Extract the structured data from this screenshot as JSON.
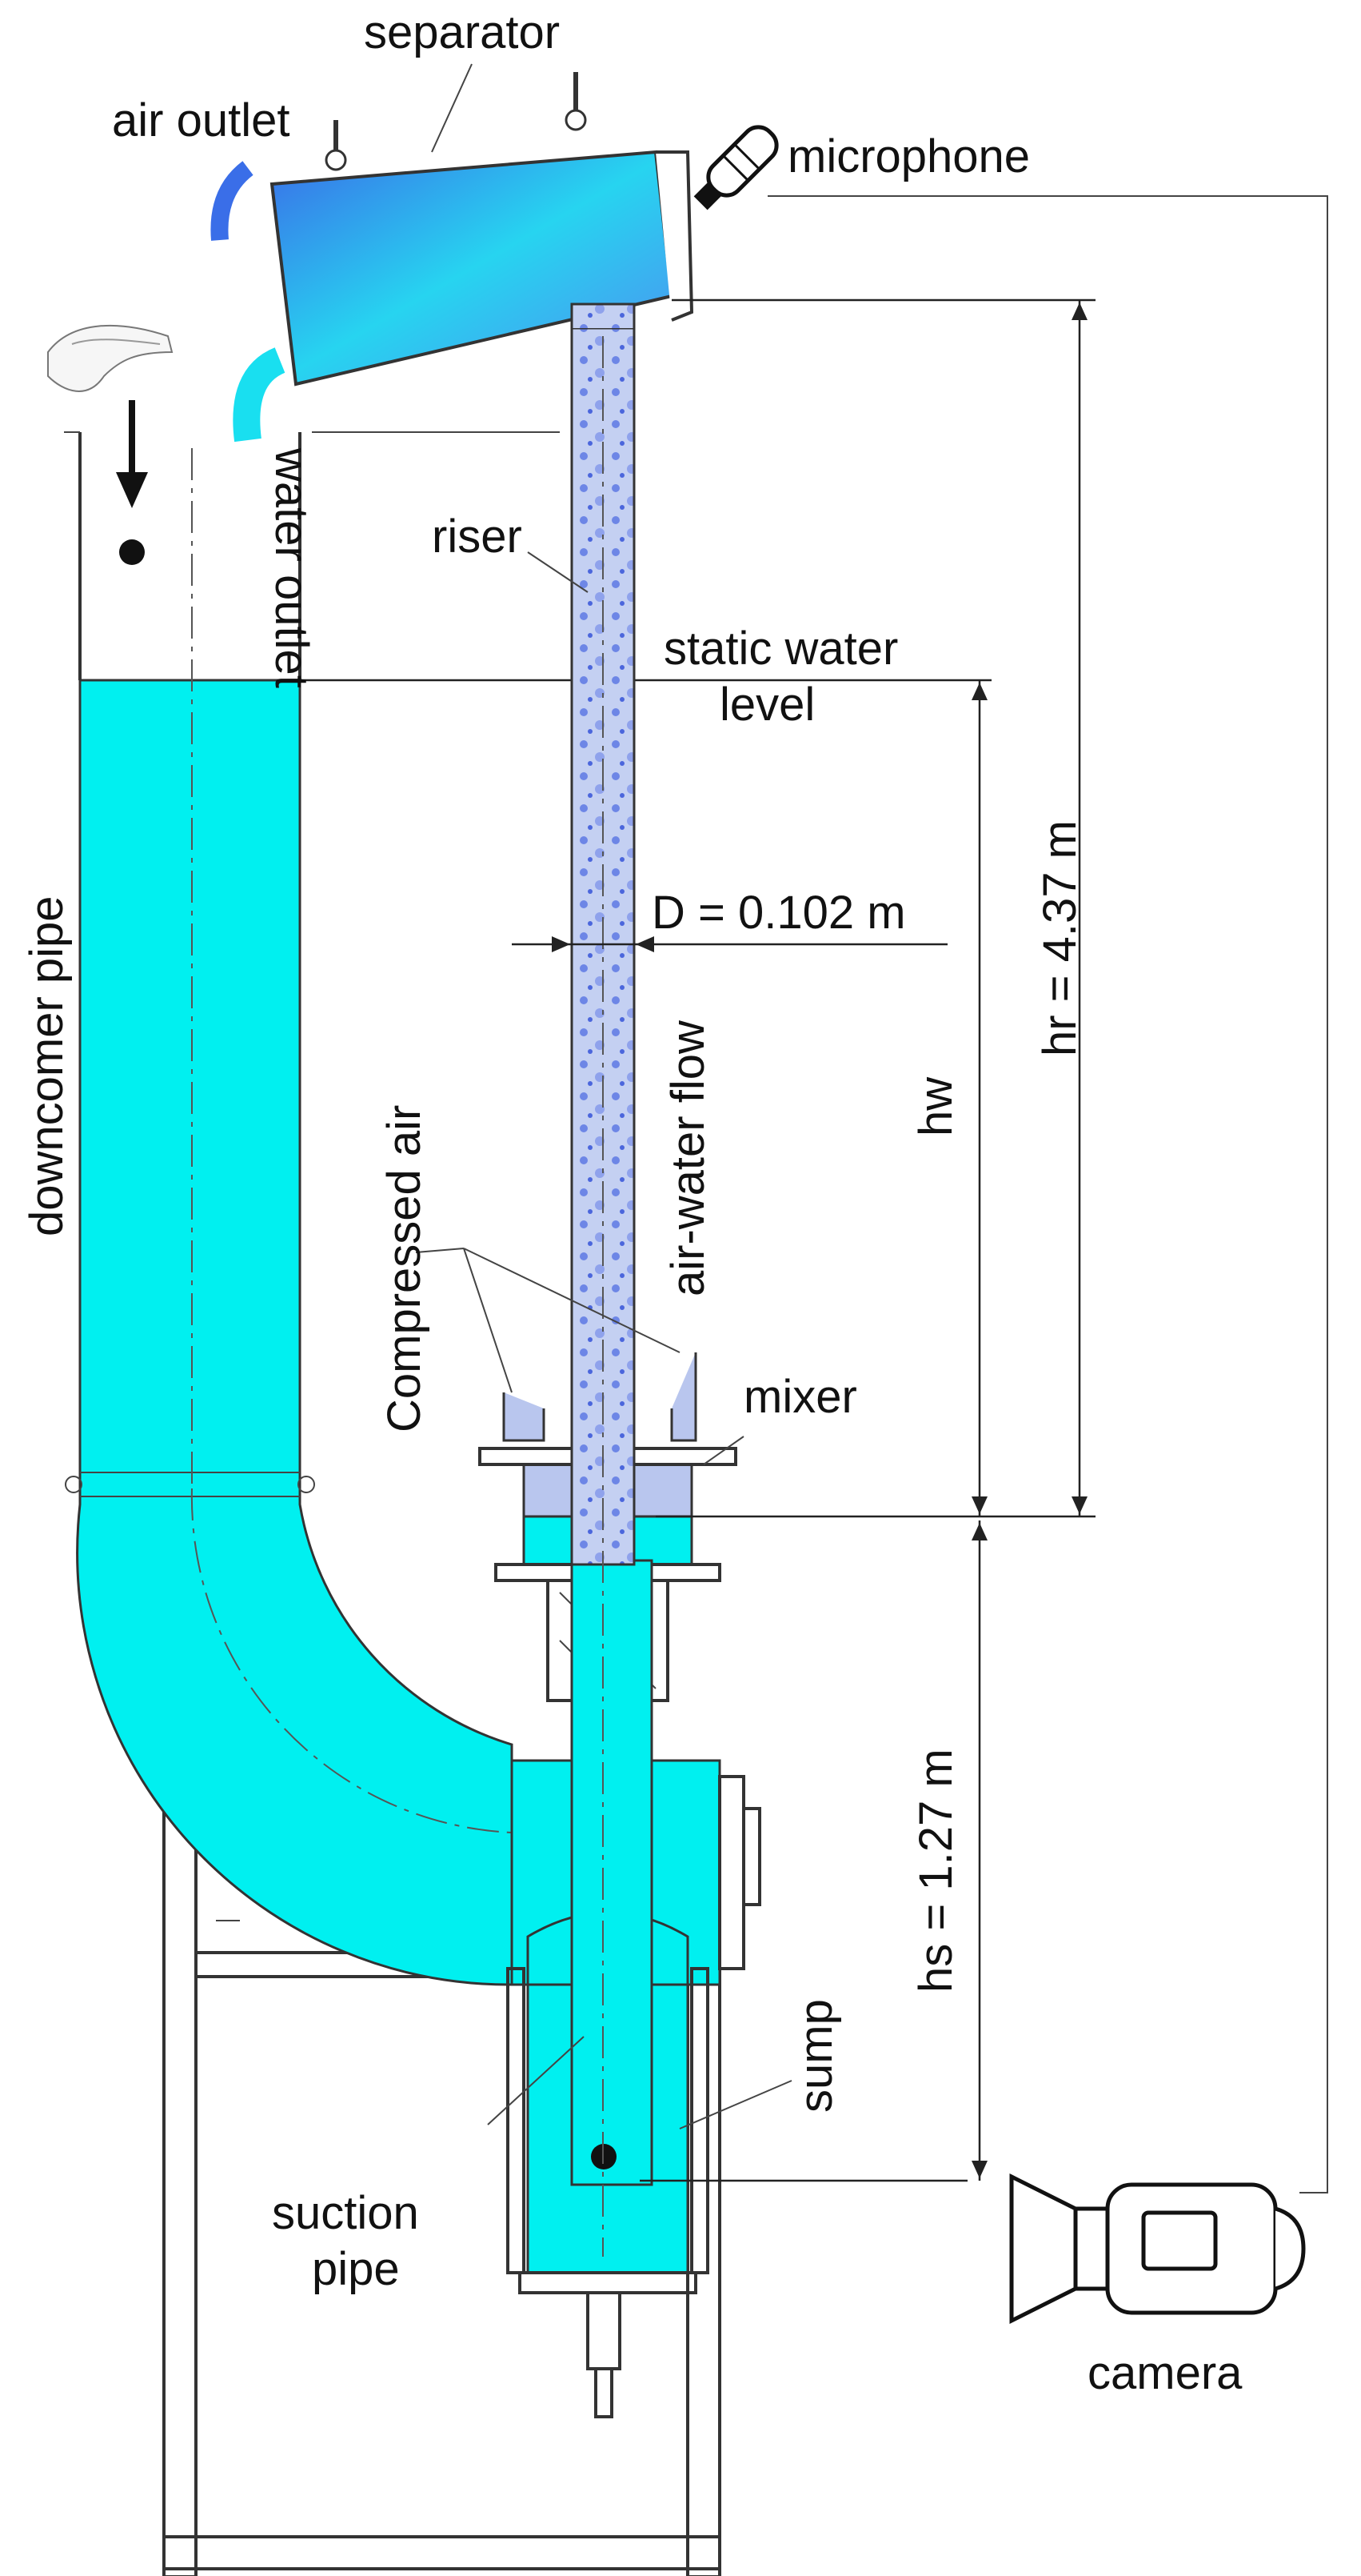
{
  "labels": {
    "separator": "separator",
    "air_outlet": "air outlet",
    "microphone": "microphone",
    "water_outlet": "water outlet",
    "riser": "riser",
    "static_water_level_1": "static water",
    "static_water_level_2": "level",
    "diameter": "D = 0.102 m",
    "downcomer_pipe": "downcomer pipe",
    "air_water_flow": "air-water flow",
    "compressed_air": "Compressed air",
    "mixer": "mixer",
    "hr": "hr = 4.37 m",
    "hw": "hw",
    "hs": "hs = 1.27 m",
    "sump": "sump",
    "suction_pipe_1": "suction",
    "suction_pipe_2": "pipe",
    "camera": "camera"
  },
  "colors": {
    "water": "#00f0f0",
    "air_water_mixture": "#b9c6ee",
    "outline": "#333333"
  },
  "icons": [
    "hand-pour-icon",
    "down-arrow-icon",
    "microphone-icon",
    "camera-icon"
  ]
}
